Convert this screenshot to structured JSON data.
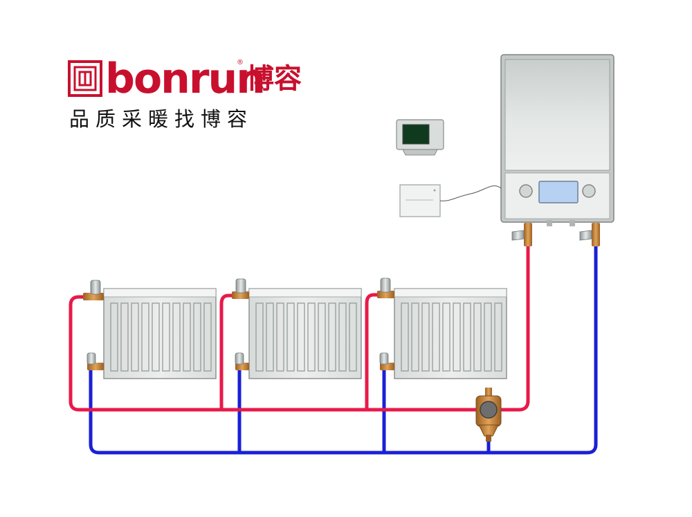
{
  "brand": {
    "name_en": "bonrun",
    "name_cn": "博容",
    "registered_mark": "®",
    "slogan": "品质采暖找博容"
  },
  "colors": {
    "brand_red": "#c8102e",
    "supply_pipe": "#e8194a",
    "return_pipe": "#1a20d6",
    "radiator": "#e4e7e6",
    "boiler": "#dfe3e2",
    "valve_brass": "#c8893a"
  },
  "components": {
    "boiler": "wall-hung-boiler",
    "thermostat": "room-thermostat",
    "receiver": "wireless-receiver",
    "radiators": [
      "radiator-1",
      "radiator-2",
      "radiator-3"
    ],
    "filter": "magnetic-filter"
  }
}
